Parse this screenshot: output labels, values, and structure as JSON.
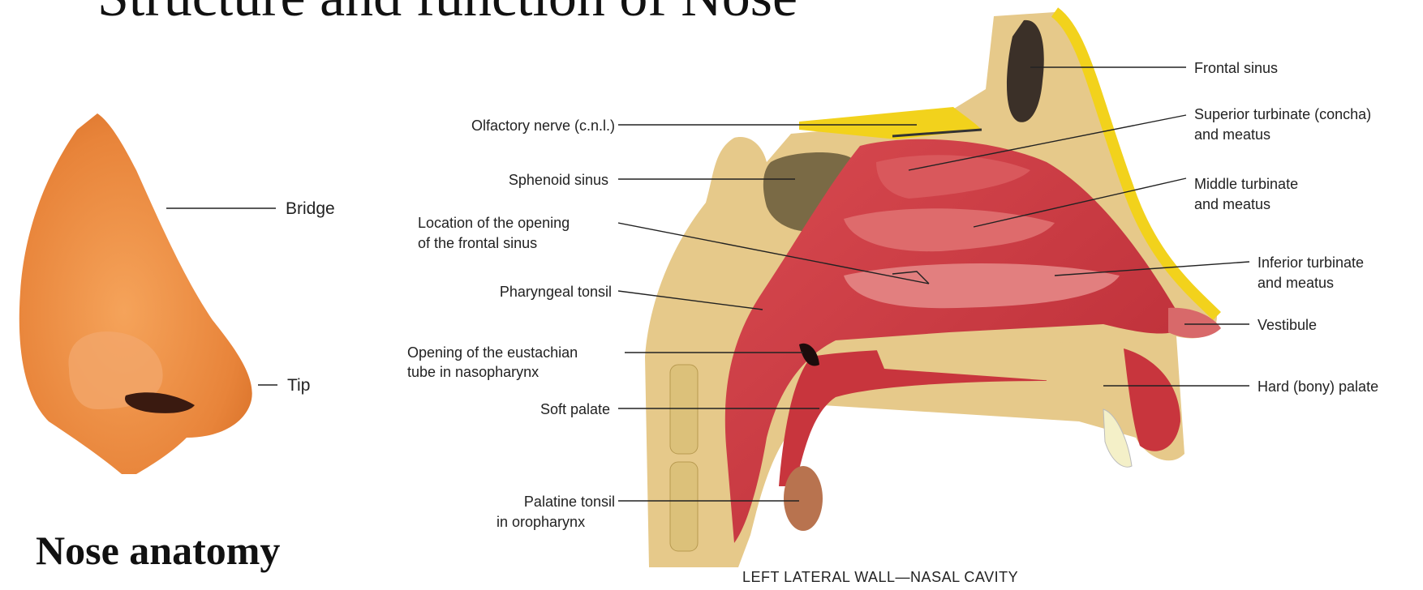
{
  "title": "Structure and function of Nose",
  "caption": "Nose anatomy",
  "footer": "LEFT LATERAL WALL—NASAL CAVITY",
  "external_labels": {
    "bridge": "Bridge",
    "tip": "Tip"
  },
  "labels_left": {
    "olfactory": "Olfactory nerve (c.n.l.)",
    "sphenoid": "Sphenoid sinus",
    "frontal_opening_1": "Location of the opening",
    "frontal_opening_2": "of the frontal sinus",
    "pharyngeal": "Pharyngeal tonsil",
    "eustachian_1": "Opening of the eustachian",
    "eustachian_2": "tube in nasopharynx",
    "soft_palate": "Soft palate",
    "palatine_1": "Palatine tonsil",
    "palatine_2": "in oropharynx"
  },
  "labels_right": {
    "frontal_sinus": "Frontal sinus",
    "superior_1": "Superior turbinate (concha)",
    "superior_2": "and meatus",
    "middle_1": "Middle turbinate",
    "middle_2": "and meatus",
    "inferior_1": "Inferior turbinate",
    "inferior_2": "and meatus",
    "vestibule": "Vestibule",
    "hard_palate": "Hard (bony) palate"
  },
  "colors": {
    "skin": "#e8883a",
    "bone": "#e6c98a",
    "mucosa": "#c8353d",
    "nerve": "#f2d21c"
  }
}
